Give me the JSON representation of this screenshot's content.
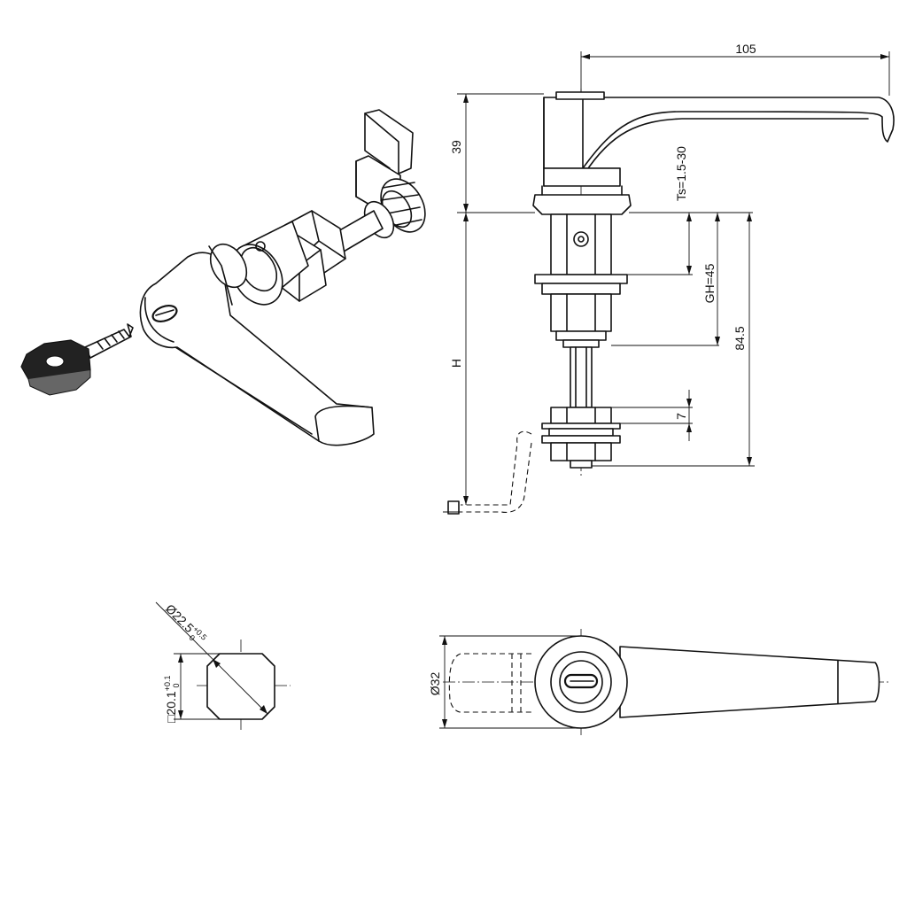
{
  "dimensions": {
    "overall_length": "105",
    "handle_height": "39",
    "thickness_range": "Ts=1.5-30",
    "grip_height": "GH=45",
    "total_length": "84.5",
    "height_variable": "H",
    "nut_height": "7",
    "diameter_across": "Ø22.5",
    "diameter_tol": "+0.5",
    "diameter_tol_low": "0",
    "square_size": "□20.1",
    "square_tol": "+0.1",
    "square_tol_low": "0",
    "rosette_diameter": "Ø32"
  }
}
